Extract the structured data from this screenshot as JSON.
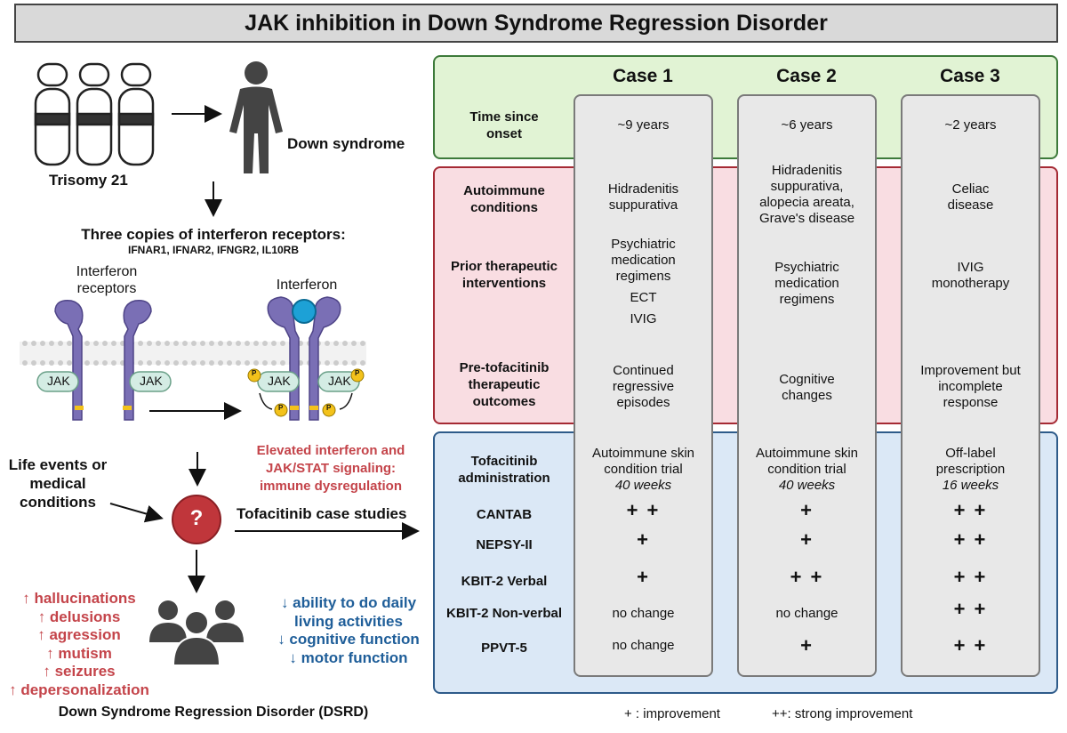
{
  "title": "JAK inhibition in Down Syndrome Regression Disorder",
  "left": {
    "trisomy": "Trisomy 21",
    "down_syndrome": "Down syndrome",
    "three_copies": "Three copies of interferon receptors:",
    "receptor_list": "IFNAR1, IFNAR2, IFNGR2, IL10RB",
    "interferon_receptors": [
      "Interferon",
      "receptors"
    ],
    "interferon": "Interferon",
    "jak": "JAK",
    "p": "P",
    "elevated": [
      "Elevated interferon and",
      "JAK/STAT signaling:",
      "immune dysregulation"
    ],
    "life_events": [
      "Life events or",
      "medical",
      "conditions"
    ],
    "question": "?",
    "tofa_case_studies": "Tofacitinib case studies",
    "symptoms_red": [
      "↑ hallucinations",
      "↑ delusions",
      "↑ agression",
      "↑ mutism",
      "↑ seizures",
      "↑ depersonalization"
    ],
    "symptoms_blue": [
      "↓ ability to do  daily",
      "living activities",
      "↓ cognitive function",
      "↓ motor function"
    ],
    "dsrd": "Down Syndrome Regression Disorder (DSRD)"
  },
  "colors": {
    "green_panel": "#e1f3d4",
    "red_panel": "#f9dde2",
    "blue_panel": "#dbe8f6",
    "symptom_red": "#c4444a",
    "symptom_blue": "#1f5e99",
    "receptor_purple": "#7a6fb5",
    "jak_green": "#d4ece4",
    "p_yellow": "#f3c21b",
    "interferon_blue": "#1da1d6",
    "question_red": "#c0363b"
  },
  "table": {
    "cases": [
      "Case 1",
      "Case 2",
      "Case 3"
    ],
    "rows": {
      "time": {
        "label": [
          "Time since",
          "onset"
        ],
        "values": [
          [
            "~9 years"
          ],
          [
            "~6 years"
          ],
          [
            "~2 years"
          ]
        ]
      },
      "autoimmune": {
        "label": [
          "Autoimmune",
          "conditions"
        ],
        "values": [
          [
            "Hidradenitis",
            "suppurativa"
          ],
          [
            "Hidradenitis",
            "suppurativa,",
            "alopecia areata,",
            "Grave's disease"
          ],
          [
            "Celiac",
            "disease"
          ]
        ]
      },
      "prior": {
        "label": [
          "Prior therapeutic",
          "interventions"
        ],
        "values": [
          [
            "Psychiatric",
            "medication",
            "regimens"
          ],
          [
            "Psychiatric",
            "medication",
            "regimens"
          ],
          [
            "IVIG",
            "monotherapy"
          ]
        ],
        "case1_extra": [
          "ECT",
          "IVIG"
        ]
      },
      "pretofa": {
        "label": [
          "Pre-tofacitinib",
          "therapeutic",
          "outcomes"
        ],
        "values": [
          [
            "Continued",
            "regressive",
            "episodes"
          ],
          [
            "Cognitive",
            "changes"
          ],
          [
            "Improvement but",
            "incomplete",
            "response"
          ]
        ]
      },
      "tofa_admin": {
        "label": [
          "Tofacitinib",
          "administration"
        ],
        "values": [
          [
            "Autoimmune skin",
            "condition trial"
          ],
          [
            "Autoimmune skin",
            "condition trial"
          ],
          [
            "Off-label",
            "prescription"
          ]
        ],
        "durations": [
          "40 weeks",
          "40 weeks",
          "16 weeks"
        ]
      },
      "cantab": {
        "label": "CANTAB",
        "values": [
          "+ +",
          "+",
          "+ +"
        ]
      },
      "nepsy": {
        "label": "NEPSY-II",
        "values": [
          "+",
          "+",
          "+ +"
        ]
      },
      "kbit_v": {
        "label": "KBIT-2 Verbal",
        "values": [
          "+",
          "+ +",
          "+ +"
        ]
      },
      "kbit_nv": {
        "label": "KBIT-2 Non-verbal",
        "values": [
          "no change",
          "no change",
          "+ +"
        ]
      },
      "ppvt": {
        "label": "PPVT-5",
        "values": [
          "no change",
          "+",
          "+ +"
        ]
      }
    },
    "legend": [
      "+ : improvement",
      "++: strong improvement"
    ]
  }
}
